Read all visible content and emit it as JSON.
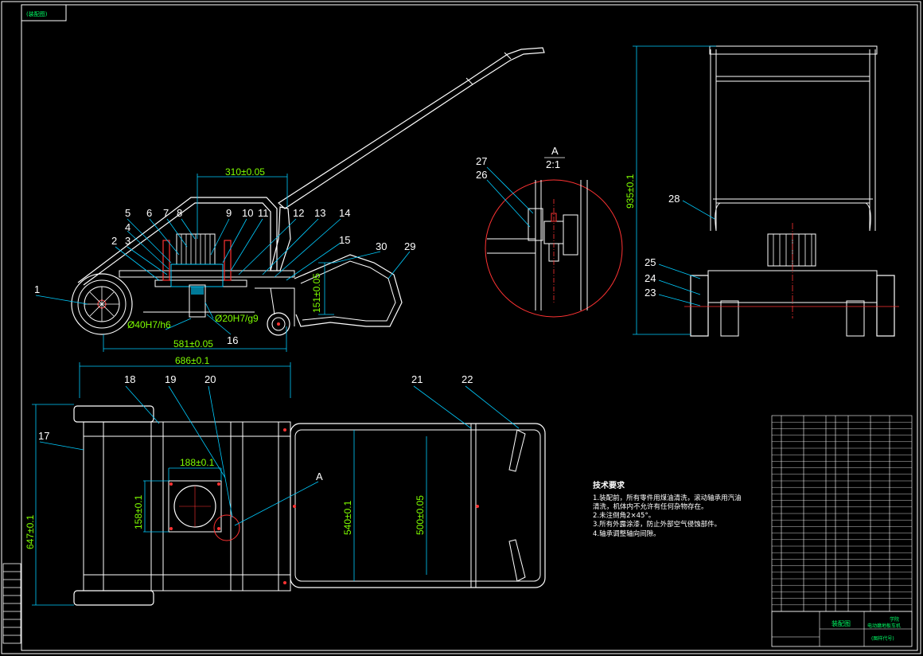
{
  "corner_tag": "(装配图)",
  "dimensions": {
    "side_wheel_top": "310±0.05",
    "side_bore_left": "Ø40H7/h6",
    "side_bore_right": "Ø20H7/g9",
    "side_height": "151±0.05",
    "side_base": "581±0.05",
    "side_total": "686±0.1",
    "top_width": "188±0.1",
    "top_height_small": "158±0.1",
    "top_height_total": "647±0.1",
    "top_inner_540": "540±0.1",
    "top_inner_500": "500±0.05",
    "front_height": "935±0.1"
  },
  "part_numbers": [
    "1",
    "2",
    "3",
    "4",
    "5",
    "6",
    "7",
    "8",
    "9",
    "10",
    "11",
    "12",
    "13",
    "14",
    "15",
    "16",
    "17",
    "18",
    "19",
    "20",
    "21",
    "22",
    "23",
    "24",
    "25",
    "26",
    "27",
    "28",
    "29",
    "30"
  ],
  "detail": {
    "label": "A",
    "scale": "2:1",
    "callout": "A"
  },
  "notes": {
    "title": "技术要求",
    "lines": [
      "1.装配前，所有零件用煤油清洗，滚动轴承用汽油",
      "清洗，机体内不允许有任何杂物存在。",
      "2.未注倒角2×45°。",
      "3.所有外露涂漆，防止外部空气侵蚀部件。",
      "4.轴承调整轴向间隙。"
    ]
  },
  "title_block": {
    "drawing_type": "装配图",
    "name": "电动磨地板车机",
    "school": "学院",
    "code": "(图样代号)"
  }
}
